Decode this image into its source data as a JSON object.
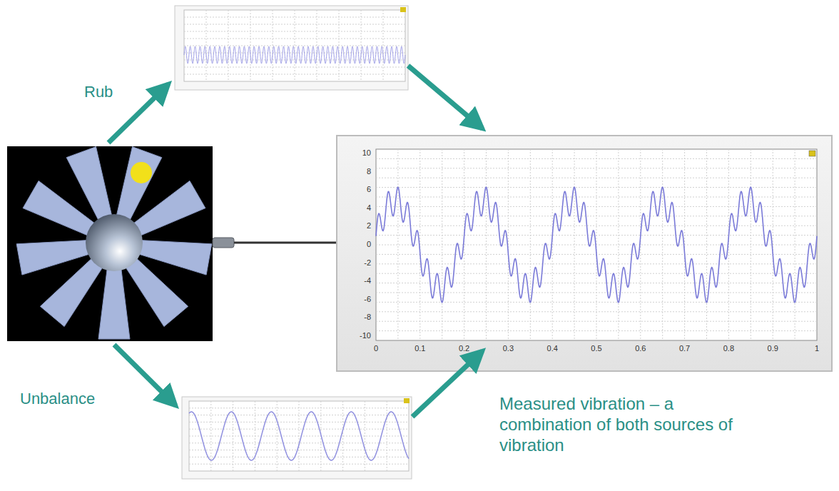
{
  "diagram": {
    "labels": [
      "Rub",
      "Unbalance",
      "Measured vibration – a combination of both sources of vibration",
      "10",
      "8",
      "6",
      "4",
      "2",
      "0",
      "-2",
      "-4",
      "-6",
      "-8",
      "-10",
      "0",
      "0.1",
      "0.2",
      "0.3",
      "0.4",
      "0.5",
      "0.6",
      "0.7",
      "0.8",
      "0.9",
      "1"
    ]
  }
}
